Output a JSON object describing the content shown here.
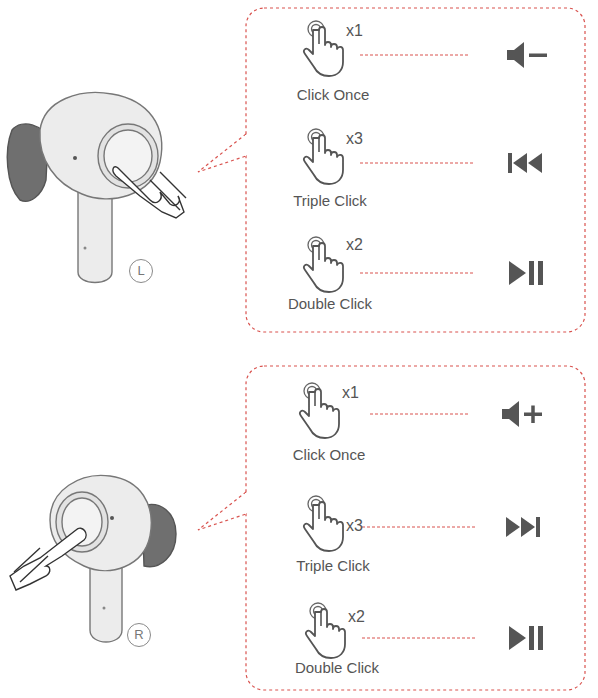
{
  "diagram": {
    "nodes": [
      {
        "text": [
          "L"
        ]
      },
      {
        "text": [
          "R"
        ]
      }
    ],
    "labels": [
      "x1",
      "Click Once",
      "x3",
      "Triple Click",
      "x2",
      "Double Click",
      "x1",
      "Click Once",
      "x3",
      "Triple Click",
      "x2",
      "Double Click"
    ]
  }
}
